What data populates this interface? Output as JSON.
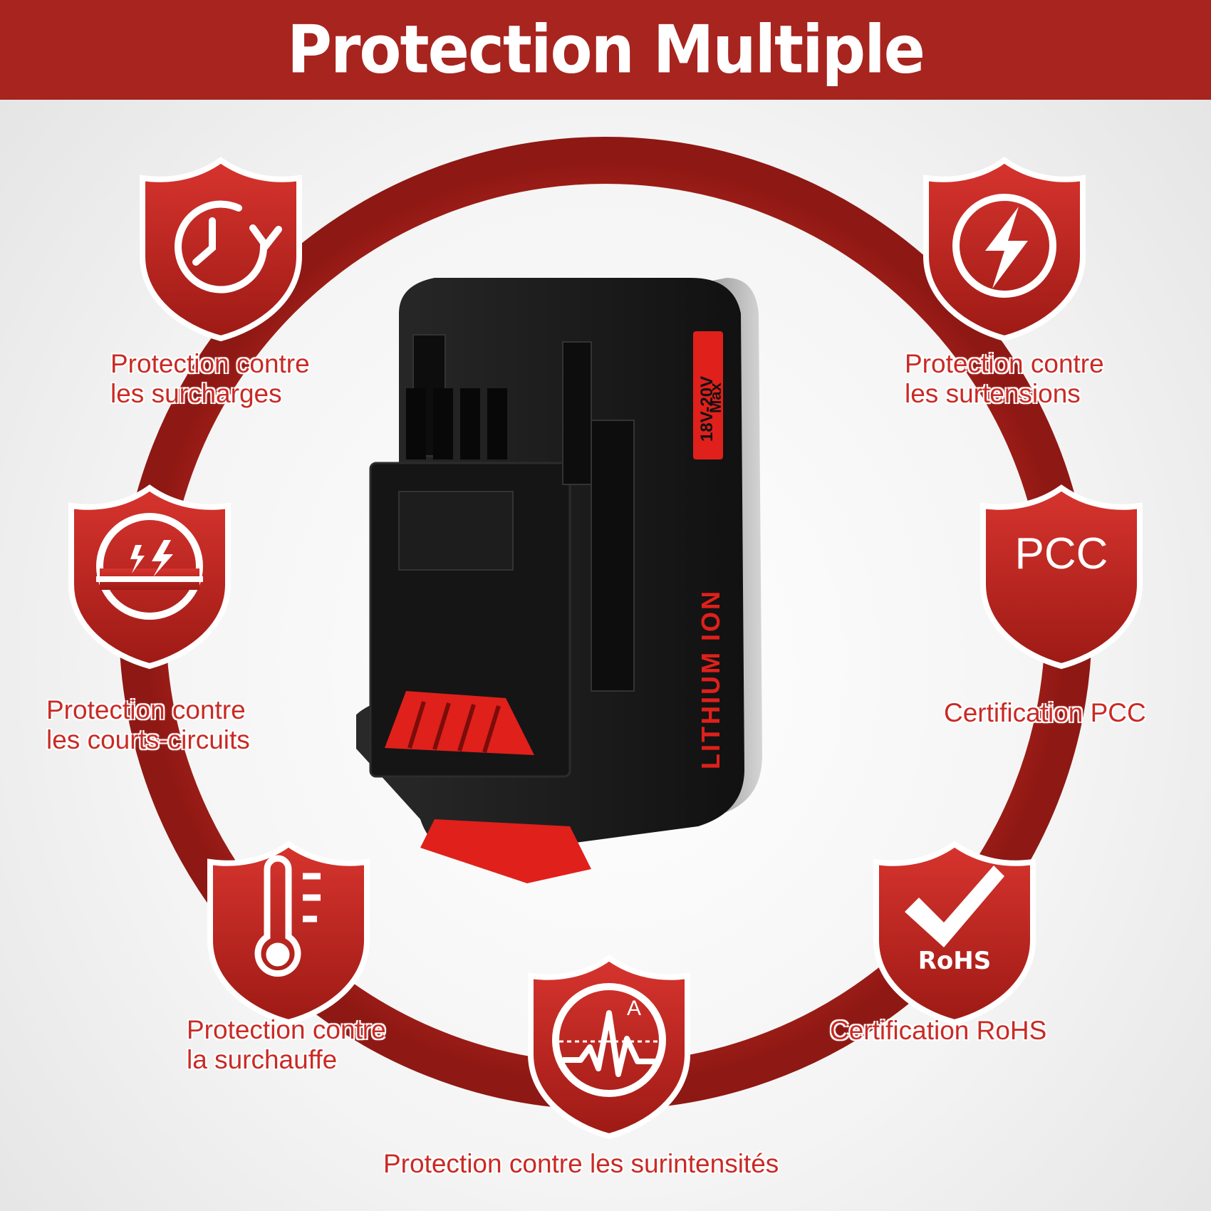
{
  "header": {
    "title": "Protection Multiple"
  },
  "colors": {
    "brand_red": "#a7241f",
    "text_red": "#c92a25",
    "battery_black": "#1b1b1b",
    "battery_red": "#e0201b"
  },
  "battery": {
    "lithium_label": "LITHIUM ION",
    "voltage_label": "18V-20V",
    "max_label": "Max"
  },
  "features": [
    {
      "icon": "clock-refresh-icon",
      "line1": "Protection contre",
      "line2": "les surcharges"
    },
    {
      "icon": "lightning-circle-icon",
      "line1": "Protection contre",
      "line2": "les surtensions"
    },
    {
      "icon": "short-circuit-icon",
      "line1": "Protection contre",
      "line2": "les courts-circuits"
    },
    {
      "icon": "pcc-badge-icon",
      "badge": "PCC",
      "line1": "Certification PCC"
    },
    {
      "icon": "thermometer-icon",
      "line1": "Protection contre",
      "line2": "la surchauffe"
    },
    {
      "icon": "ammeter-wave-icon",
      "badge": "A",
      "line1": "Protection contre les surintensités"
    },
    {
      "icon": "rohs-check-icon",
      "badge": "RoHS",
      "line1": "Certification RoHS"
    }
  ]
}
